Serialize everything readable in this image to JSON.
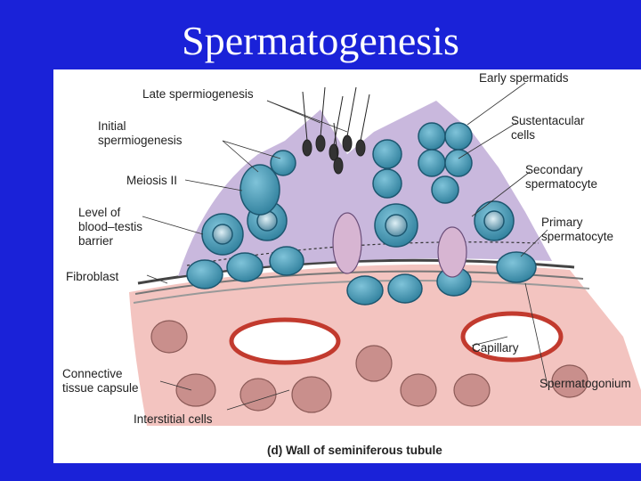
{
  "title": "Spermatogenesis",
  "figure": {
    "caption": "(d) Wall of seminiferous tubule",
    "labels": {
      "late_spermiogenesis": "Late spermiogenesis",
      "initial_spermiogenesis": "Initial\nspermiogenesis",
      "meiosis_ii": "Meiosis II",
      "blood_testis_barrier": "Level of\nblood–testis\nbarrier",
      "fibroblast": "Fibroblast",
      "connective_tissue_capsule": "Connective\ntissue capsule",
      "interstitial_cells": "Interstitial cells",
      "early_spermatids": "Early spermatids",
      "sustentacular_cells": "Sustentacular\ncells",
      "secondary_spermatocyte": "Secondary\nspermatocyte",
      "primary_spermatocyte": "Primary\nspermatocyte",
      "capillary": "Capillary",
      "spermatogonium": "Spermatogonium"
    }
  }
}
